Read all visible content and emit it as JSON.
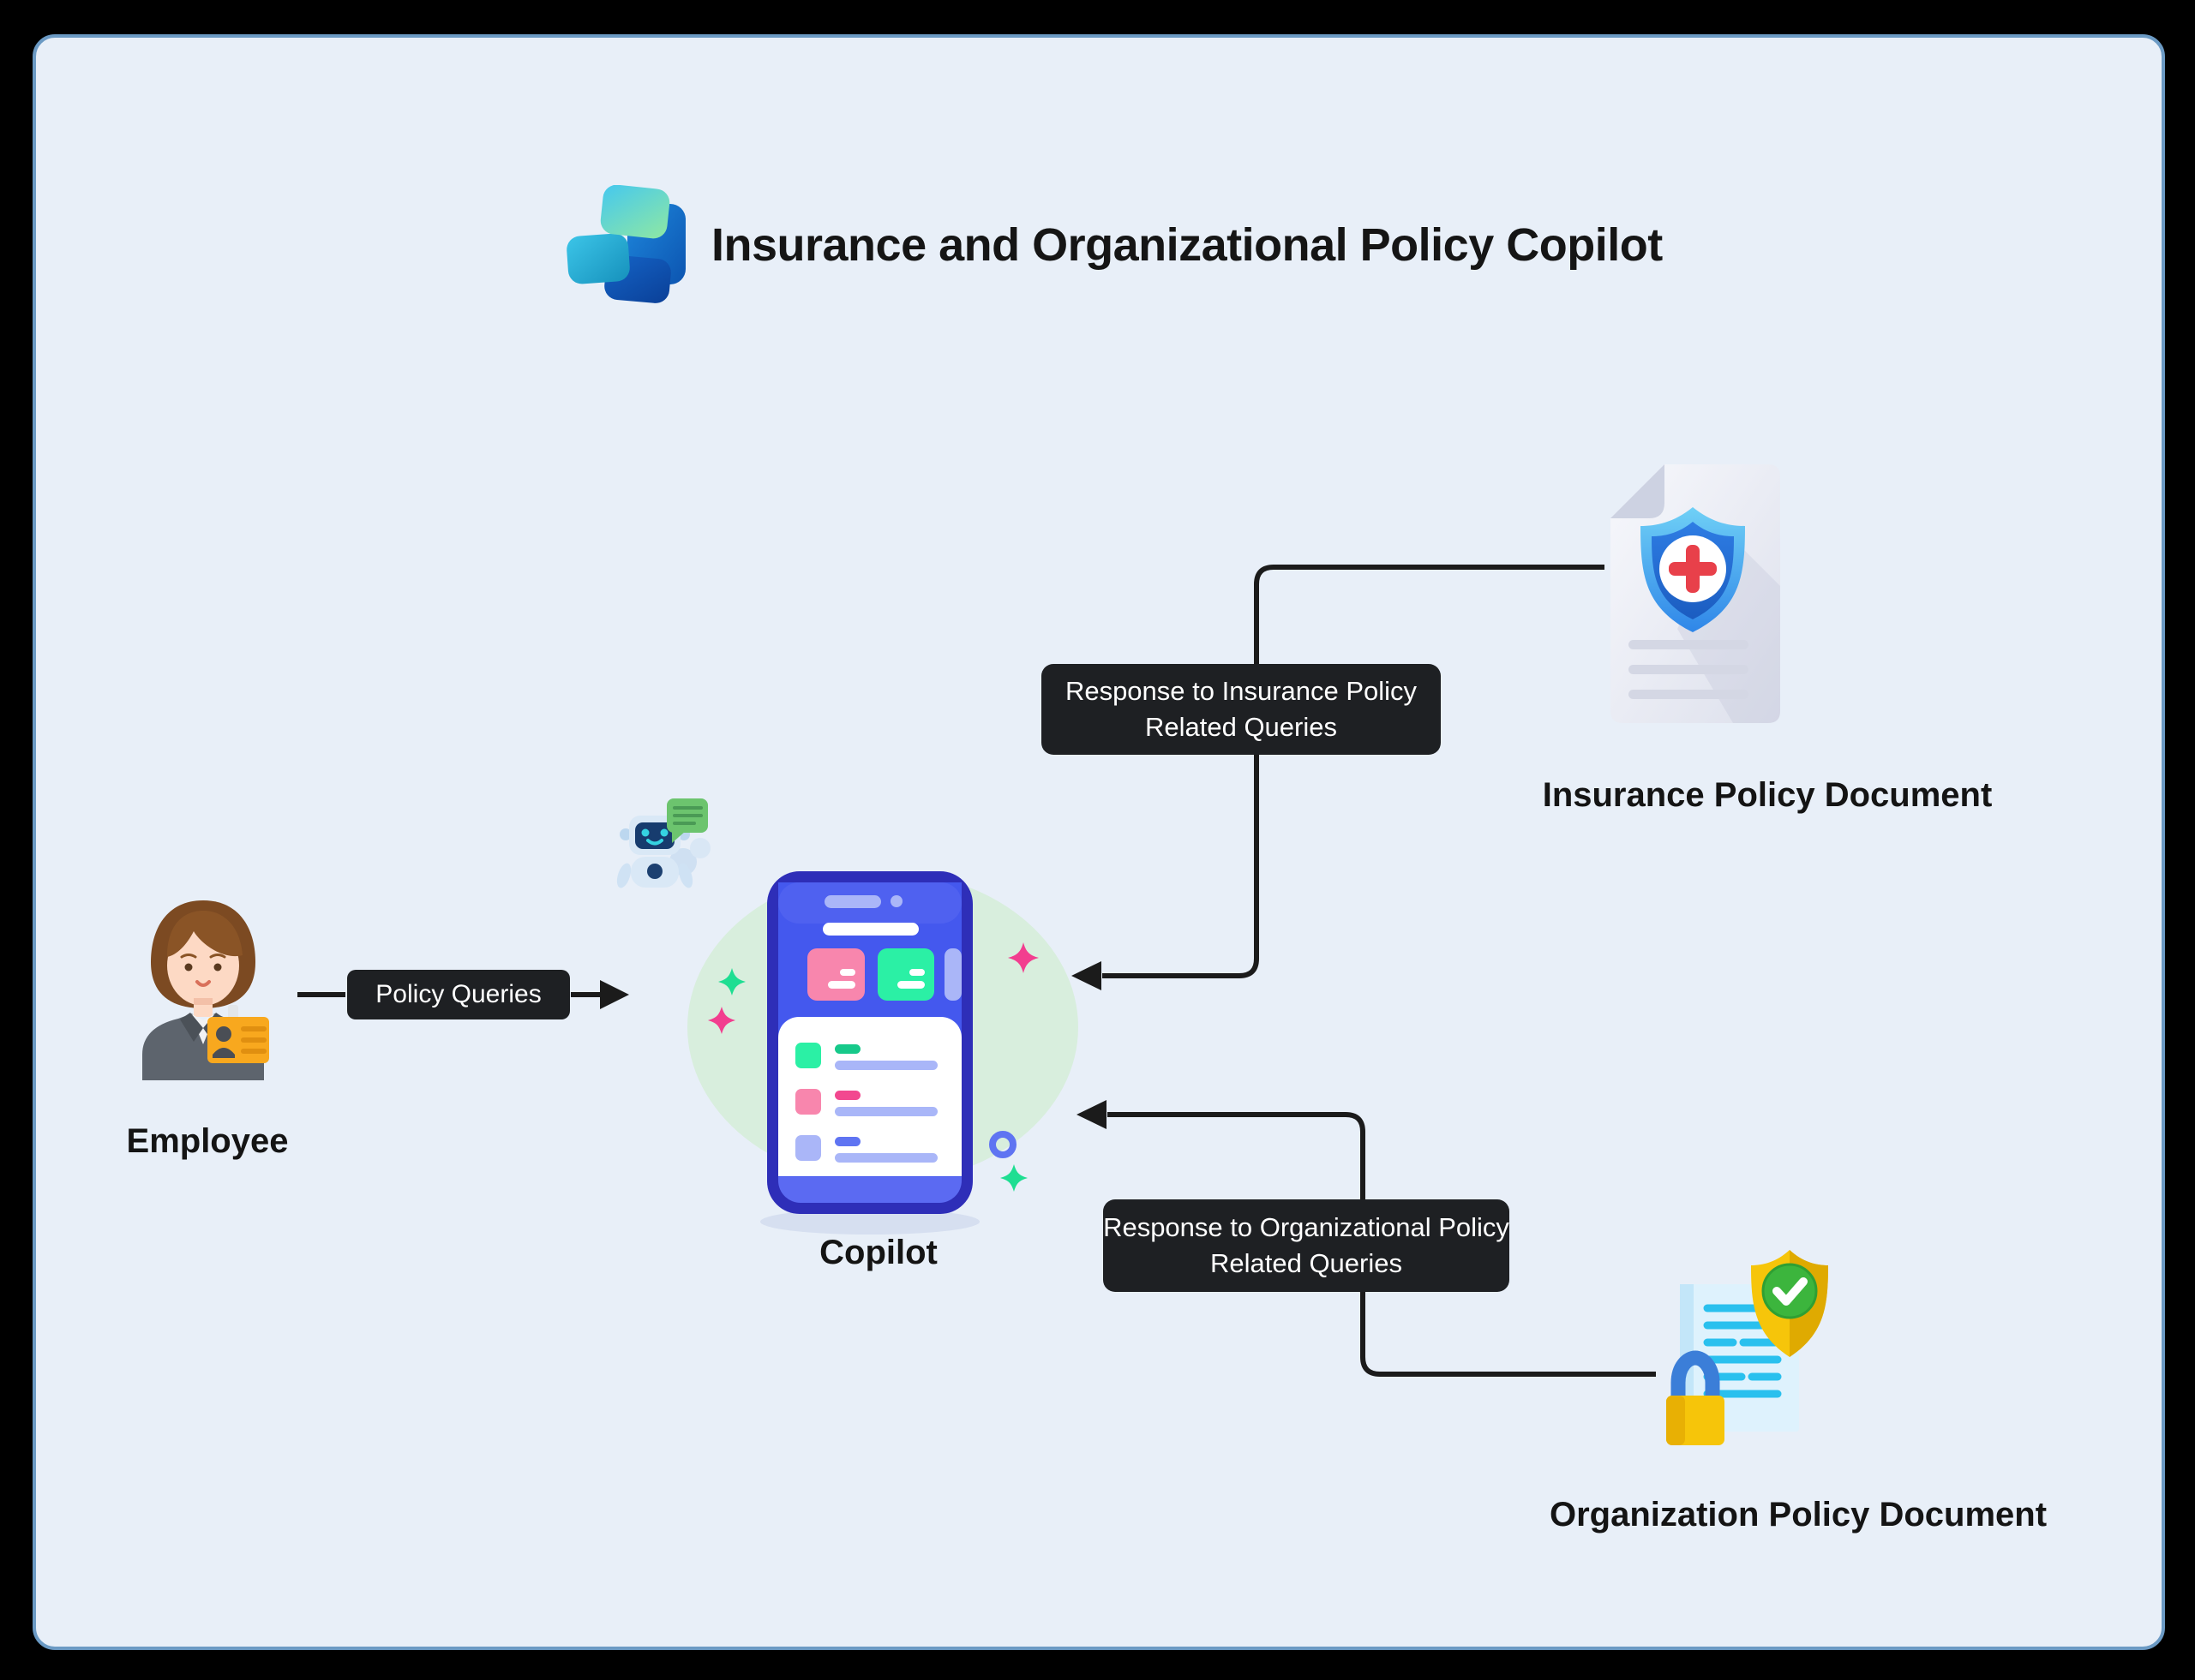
{
  "header": {
    "title": "Insurance and Organizational Policy Copilot",
    "logo_icon": "copilot-logo-icon"
  },
  "nodes": {
    "employee": {
      "label": "Employee",
      "icon": "employee-avatar-icon"
    },
    "copilot": {
      "label": "Copilot",
      "icon": "copilot-phone-icon"
    },
    "insurance_document": {
      "label": "Insurance Policy Document",
      "icon": "insurance-policy-document-icon"
    },
    "organization_document": {
      "label": "Organization Policy Document",
      "icon": "organization-policy-document-icon"
    }
  },
  "edges": {
    "policy_queries": {
      "label": "Policy Queries",
      "from": "employee",
      "to": "copilot"
    },
    "insurance_response": {
      "label": "Response to Insurance Policy Related Queries",
      "from": "insurance_document",
      "to": "copilot"
    },
    "organization_response": {
      "label": "Response to Organizational Policy Related Queries",
      "from": "organization_document",
      "to": "copilot"
    }
  },
  "colors": {
    "canvas_frame": "#000000",
    "panel_background": "#e8eff8",
    "panel_border": "#6b9ac4",
    "connector": "#1b1b1b",
    "edge_label_background": "#1e2023",
    "edge_label_text": "#ffffff",
    "node_label_text": "#141414",
    "phone_accent": "#4458ee",
    "highlight_green": "#2bf0a5",
    "highlight_pink": "#f2488f"
  }
}
